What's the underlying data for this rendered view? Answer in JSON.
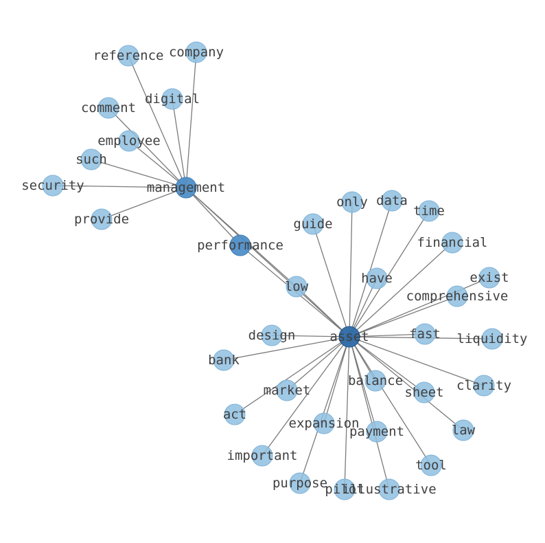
{
  "nodes": [
    {
      "id": "management",
      "label": "management",
      "kind": "hub-mid"
    },
    {
      "id": "asset",
      "label": "asset",
      "kind": "hub-main"
    },
    {
      "id": "reference",
      "label": "reference"
    },
    {
      "id": "company",
      "label": "company"
    },
    {
      "id": "digital",
      "label": "digital"
    },
    {
      "id": "comment",
      "label": "comment"
    },
    {
      "id": "employee",
      "label": "employee"
    },
    {
      "id": "such",
      "label": "such"
    },
    {
      "id": "security",
      "label": "security"
    },
    {
      "id": "provide",
      "label": "provide"
    },
    {
      "id": "performance",
      "label": "performance",
      "kind": "hub-mid"
    },
    {
      "id": "low",
      "label": "low"
    },
    {
      "id": "guide",
      "label": "guide"
    },
    {
      "id": "only",
      "label": "only"
    },
    {
      "id": "data",
      "label": "data"
    },
    {
      "id": "time",
      "label": "time"
    },
    {
      "id": "financial",
      "label": "financial"
    },
    {
      "id": "have",
      "label": "have"
    },
    {
      "id": "exist",
      "label": "exist"
    },
    {
      "id": "comprehensive",
      "label": "comprehensive"
    },
    {
      "id": "fast",
      "label": "fast"
    },
    {
      "id": "liquidity",
      "label": "liquidity"
    },
    {
      "id": "design",
      "label": "design"
    },
    {
      "id": "bank",
      "label": "bank"
    },
    {
      "id": "balance",
      "label": "balance"
    },
    {
      "id": "sheet",
      "label": "sheet"
    },
    {
      "id": "clarity",
      "label": "clarity"
    },
    {
      "id": "market",
      "label": "market"
    },
    {
      "id": "act",
      "label": "act"
    },
    {
      "id": "expansion",
      "label": "expansion"
    },
    {
      "id": "payment",
      "label": "payment"
    },
    {
      "id": "law",
      "label": "law"
    },
    {
      "id": "important",
      "label": "important"
    },
    {
      "id": "tool",
      "label": "tool"
    },
    {
      "id": "purpose",
      "label": "purpose"
    },
    {
      "id": "pilot",
      "label": "pilot"
    },
    {
      "id": "illustrative",
      "label": "illustrative"
    }
  ],
  "edges": [
    [
      "management",
      "reference"
    ],
    [
      "management",
      "company"
    ],
    [
      "management",
      "digital"
    ],
    [
      "management",
      "comment"
    ],
    [
      "management",
      "employee"
    ],
    [
      "management",
      "such"
    ],
    [
      "management",
      "security"
    ],
    [
      "management",
      "provide"
    ],
    [
      "management",
      "performance"
    ],
    [
      "management",
      "low"
    ],
    [
      "management",
      "asset"
    ],
    [
      "asset",
      "performance"
    ],
    [
      "asset",
      "low"
    ],
    [
      "asset",
      "guide"
    ],
    [
      "asset",
      "only"
    ],
    [
      "asset",
      "data"
    ],
    [
      "asset",
      "time"
    ],
    [
      "asset",
      "financial"
    ],
    [
      "asset",
      "have"
    ],
    [
      "asset",
      "exist"
    ],
    [
      "asset",
      "comprehensive"
    ],
    [
      "asset",
      "fast"
    ],
    [
      "asset",
      "liquidity"
    ],
    [
      "asset",
      "design"
    ],
    [
      "asset",
      "bank"
    ],
    [
      "asset",
      "balance"
    ],
    [
      "asset",
      "sheet"
    ],
    [
      "asset",
      "clarity"
    ],
    [
      "asset",
      "market"
    ],
    [
      "asset",
      "act"
    ],
    [
      "asset",
      "expansion"
    ],
    [
      "asset",
      "payment"
    ],
    [
      "asset",
      "law"
    ],
    [
      "asset",
      "important"
    ],
    [
      "asset",
      "tool"
    ],
    [
      "asset",
      "purpose"
    ],
    [
      "asset",
      "pilot"
    ],
    [
      "asset",
      "illustrative"
    ]
  ]
}
